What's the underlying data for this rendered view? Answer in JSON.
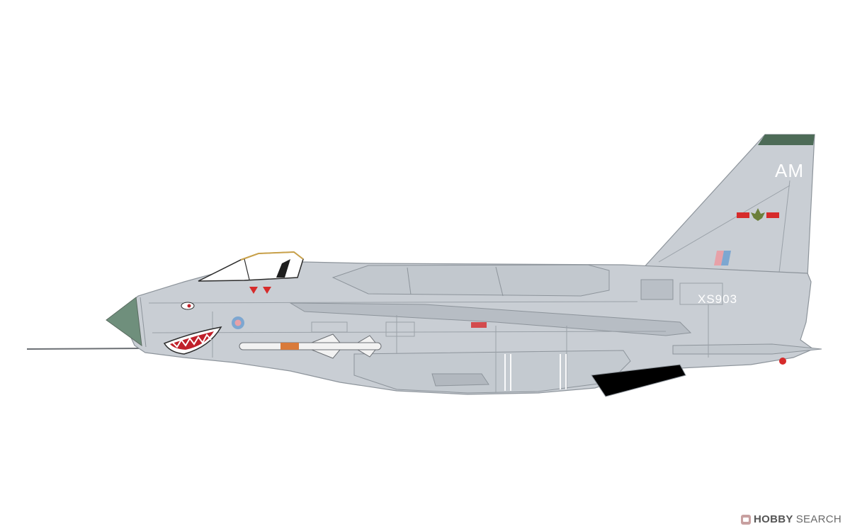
{
  "aircraft": {
    "tail_code": "AM",
    "serial": "XS903",
    "colors": {
      "fuselage": "#c9ced4",
      "fuselage_shade": "#b7bdc4",
      "panel_line": "#8d949b",
      "nose_cone": "#6f8f7c",
      "fin_tip": "#4d6b57",
      "squadron_red": "#d62b2b",
      "maple_green": "#6b7f3a",
      "roundel_blue": "#7da7d1",
      "roundel_red": "#e7a1a8",
      "canopy_gold": "#c9a14a",
      "mouth_red": "#c0202a"
    }
  },
  "watermark": {
    "brand": "HOBBY",
    "site": "SEARCH"
  }
}
